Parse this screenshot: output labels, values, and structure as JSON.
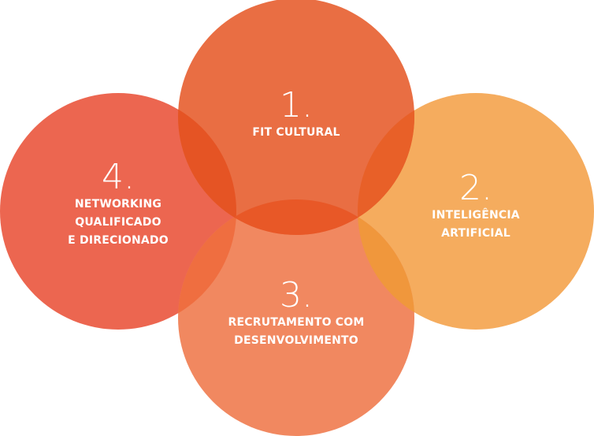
{
  "colors": {
    "c1": "#E96E43",
    "c2": "#F5AC5E",
    "c3": "#F18860",
    "c4": "#EC6650",
    "o14": "#E55424",
    "o12": "#E86028",
    "o13": "#E85827",
    "o34": "#EF6E40",
    "o23": "#F0973C"
  },
  "items": [
    {
      "number": "1.",
      "lines": [
        "FIT CULTURAL"
      ]
    },
    {
      "number": "2.",
      "lines": [
        "INTELIGÊNCIA",
        "ARTIFICIAL"
      ]
    },
    {
      "number": "3.",
      "lines": [
        "RECRUTAMENTO COM",
        "DESENVOLVIMENTO"
      ]
    },
    {
      "number": "4.",
      "lines": [
        "NETWORKING",
        "QUALIFICADO",
        "E DIRECIONADO"
      ]
    }
  ]
}
